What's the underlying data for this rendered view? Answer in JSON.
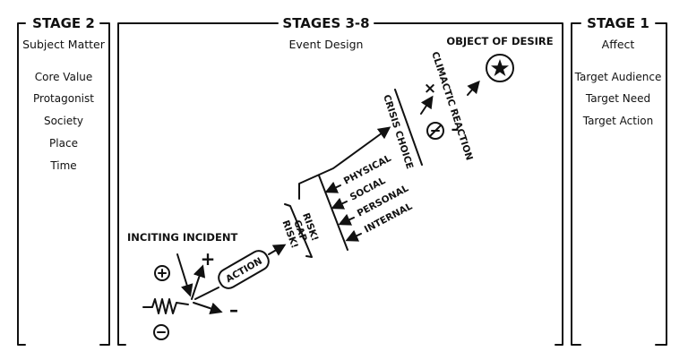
{
  "left_panel": {
    "title": "STAGE 2",
    "subtitle": "Subject Matter",
    "items": [
      "Core Value",
      "Protagonist",
      "Society",
      "Place",
      "Time"
    ]
  },
  "center_panel": {
    "title": "STAGES 3-8",
    "subtitle": "Event Design",
    "object_of_desire": "OBJECT OF DESIRE",
    "inciting_incident": "INCITING INCIDENT",
    "action": "ACTION",
    "risk": [
      "RISK!",
      "GAP",
      "RISK!"
    ],
    "levels": [
      "PHYSICAL",
      "SOCIAL",
      "PERSONAL",
      "INTERNAL"
    ],
    "crisis_choice": "CRISIS CHOICE",
    "climactic_reaction": "CLIMACTIC REACTION",
    "signs": {
      "plus": "+",
      "minus": "–",
      "x": "×"
    }
  },
  "right_panel": {
    "title": "STAGE 1",
    "subtitle": "Affect",
    "items": [
      "Target Audience",
      "Target Need",
      "Target Action"
    ]
  }
}
